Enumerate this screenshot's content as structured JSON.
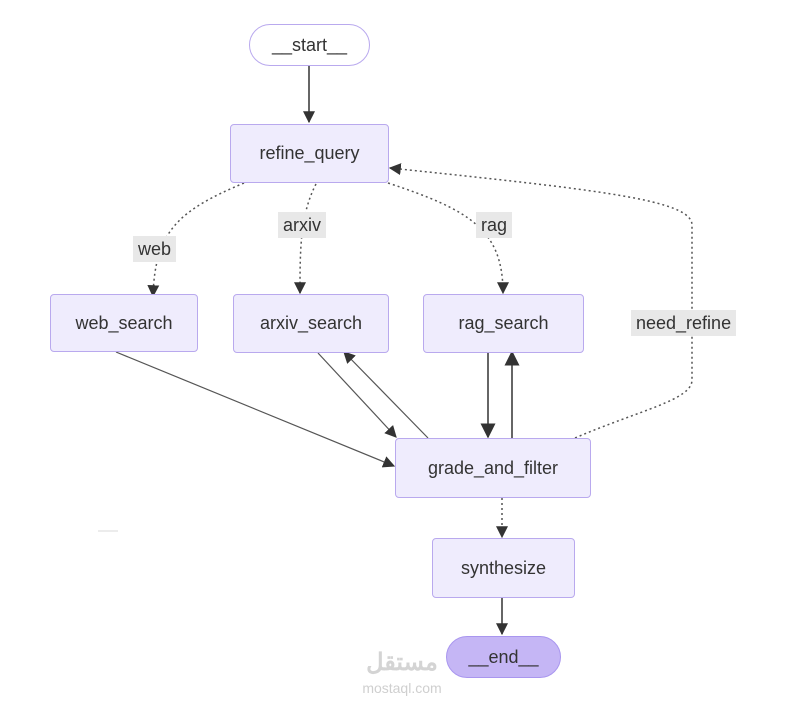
{
  "nodes": {
    "start": "__start__",
    "refine_query": "refine_query",
    "web_search": "web_search",
    "arxiv_search": "arxiv_search",
    "rag_search": "rag_search",
    "grade_and_filter": "grade_and_filter",
    "synthesize": "synthesize",
    "end": "__end__"
  },
  "edge_labels": {
    "web": "web",
    "arxiv": "arxiv",
    "rag": "rag",
    "need_refine": "need_refine"
  },
  "watermark": {
    "main": "مستقل",
    "sub": "mostaql.com"
  },
  "colors": {
    "node_fill": "#efecfd",
    "node_border": "#b9a9ee",
    "end_fill": "#c5b6f5",
    "edge": "#333333",
    "label_bg": "#e8e8e8"
  }
}
